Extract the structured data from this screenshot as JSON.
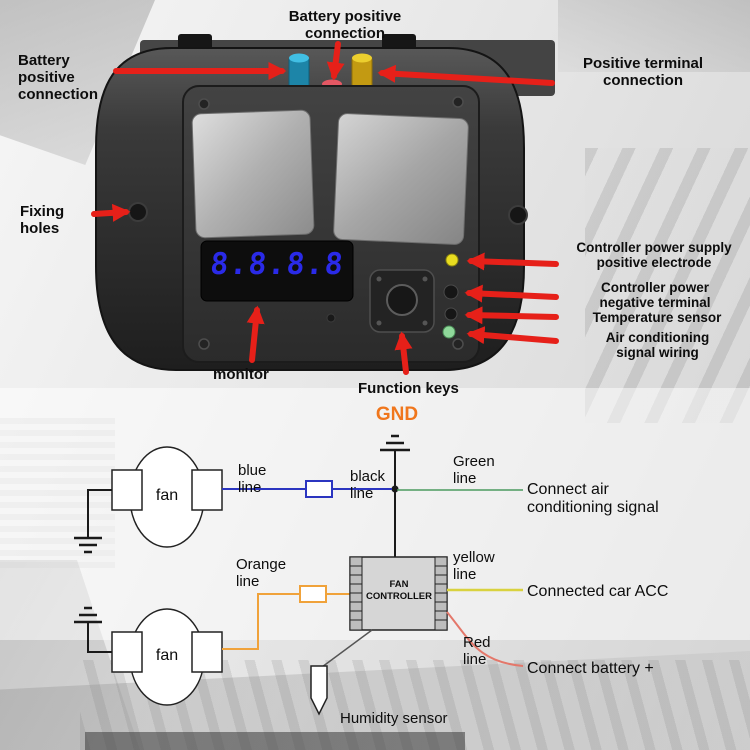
{
  "device": {
    "display_value": "8.8.8.8",
    "callouts": {
      "battery_positive_top": "Battery positive\nconnection",
      "battery_positive_left": "Battery\npositive\nconnection",
      "positive_terminal": "Positive terminal\nconnection",
      "fixing_holes": "Fixing\nholes",
      "power_positive": "Controller power supply\npositive electrode",
      "power_negative": "Controller power\nnegative terminal",
      "temperature_sensor": "Temperature sensor",
      "ac_signal": "Air conditioning\nsignal wiring",
      "monitor": "monitor",
      "function_keys": "Function keys"
    }
  },
  "wiring": {
    "gnd": "GND",
    "fan_top": "fan",
    "fan_bottom": "fan",
    "controller": "FAN\nCONTROLLER",
    "wire_labels": {
      "blue": "blue\nline",
      "black": "black\nline",
      "green": "Green\nline",
      "orange": "Orange\nline",
      "yellow": "yellow\nline",
      "red": "Red\nline"
    },
    "connections": {
      "ac_signal": "Connect air\nconditioning signal",
      "car_acc": "Connected car ACC",
      "battery": "Connect battery +"
    },
    "humidity_sensor": "Humidity sensor"
  },
  "colors": {
    "arrow_red": "#e62019",
    "gnd_orange": "#f0761c",
    "wire_blue": "#2b35c0",
    "wire_black": "#1a1a1a",
    "wire_green": "#4a9a5f",
    "wire_orange": "#f0a23a",
    "wire_yellow": "#d9d23f",
    "wire_red": "#e4776a",
    "display_blue": "#2a2ae8"
  }
}
